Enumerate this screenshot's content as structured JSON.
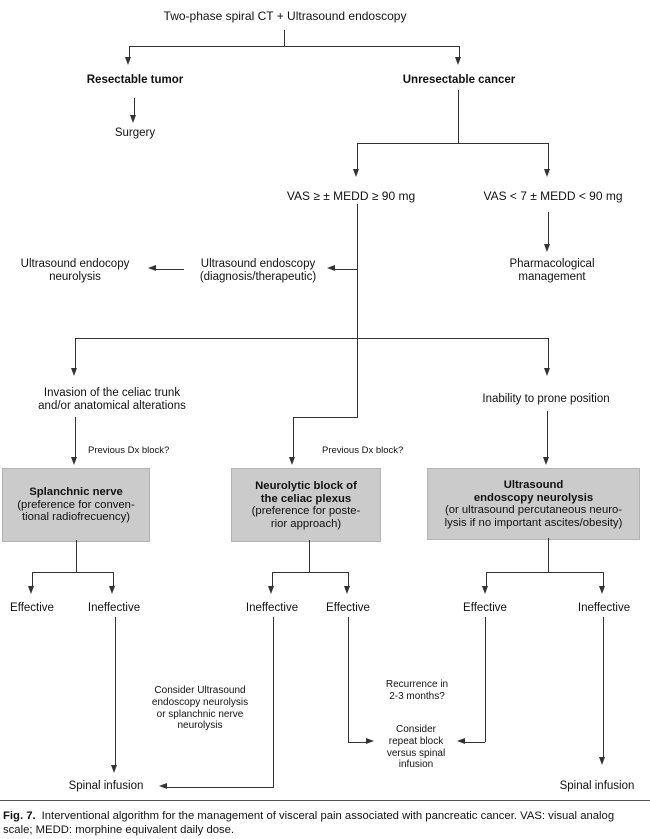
{
  "colors": {
    "box_fill": "#cbcbcb",
    "line": "#333333"
  },
  "flowchart": {
    "title": "Two-phase spiral CT + Ultrasound endoscopy",
    "resectable": "Resectable tumor",
    "surgery": "Surgery",
    "unresectable": "Unresectable cancer",
    "vas_high": "VAS ≥ ± MEDD ≥ 90 mg",
    "vas_low": "VAS < 7 ± MEDD < 90 mg",
    "ue_neurolysis": [
      "Ultrasound endocopy",
      "neurolysis"
    ],
    "ue_diagnostic": [
      "Ultrasound endoscopy",
      "(diagnosis/therapeutic)"
    ],
    "pharmacological": [
      "Pharmacological",
      "management"
    ],
    "invasion": [
      "Invasion of the celiac trunk",
      "and/or anatomical alterations"
    ],
    "inability": "Inability to prone position",
    "previous_dx_left": "Previous Dx block?",
    "previous_dx_middle": "Previous Dx block?",
    "box_splanchnic": {
      "bold": [
        "Splanchnic nerve"
      ],
      "normal": [
        "(preference for conven-",
        "tional radiofrecuency)"
      ]
    },
    "box_neurolytic": {
      "bold": [
        "Neurolytic block of",
        "the celiac plexus"
      ],
      "normal": [
        "(preference for poste-",
        "rior approach)"
      ]
    },
    "box_ultrasound": {
      "bold": [
        "Ultrasound",
        "endoscopy neurolysis"
      ],
      "normal": [
        "(or ultrasound percutaneous neuro-",
        "lysis if no important ascites/obesity)"
      ]
    },
    "outcome_eff_1": "Effective",
    "outcome_ineff_1": "Ineffective",
    "outcome_ineff_2": "Ineffective",
    "outcome_eff_2": "Effective",
    "outcome_eff_3": "Effective",
    "outcome_ineff_3": "Ineffective",
    "consider_ue": [
      "Consider Ultrasound",
      "endoscopy neurolysis",
      "or splanchnic nerve",
      "neurolysis"
    ],
    "recurrence": [
      "Recurrence in",
      "2-3 months?"
    ],
    "consider_repeat": [
      "Consider",
      "repeat block",
      "versus spinal",
      "infusion"
    ],
    "spinal_left": "Spinal infusion",
    "spinal_right": "Spinal infusion"
  },
  "caption": {
    "label": "Fig. 7.",
    "line1": "Interventional algorithm for the management of visceral pain associated with pancreatic cancer. VAS: visual analog",
    "line2": "scale; MEDD: morphine equivalent daily dose."
  }
}
